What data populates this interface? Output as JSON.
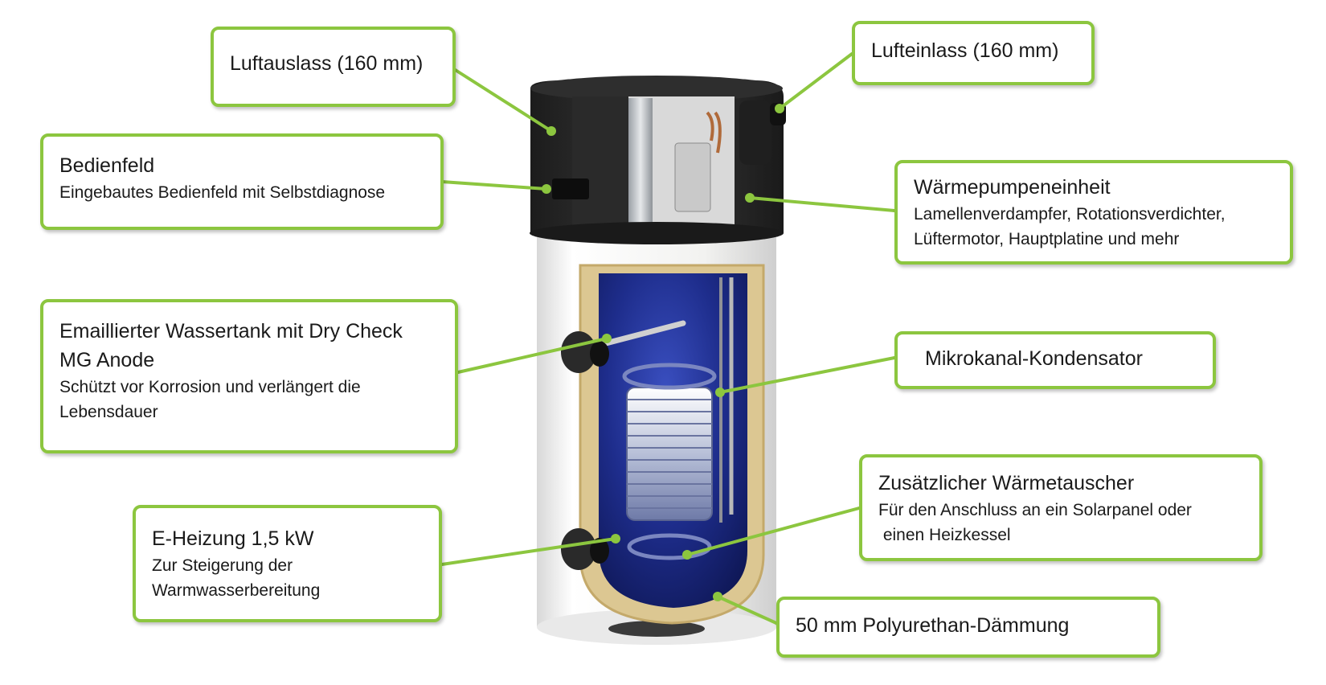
{
  "callouts": {
    "air_outlet": {
      "title": "Luftauslass (160 mm)"
    },
    "control_panel": {
      "title": "Bedienfeld",
      "desc": "Eingebautes Bedienfeld mit Selbstdiagnose"
    },
    "enamel_tank": {
      "title_line1": "Emaillierter Wassertank mit Dry Check",
      "title_line2": "MG Anode",
      "desc_line1": "Schützt vor Korrosion und verlängert die",
      "desc_line2": "Lebensdauer"
    },
    "e_heater": {
      "title": "E-Heizung 1,5 kW",
      "desc_line1": "Zur Steigerung der",
      "desc_line2": "Warmwasserbereitung"
    },
    "air_inlet": {
      "title": "Lufteinlass (160 mm)"
    },
    "heat_pump_unit": {
      "title": "Wärmepumpeneinheit",
      "desc_line1": "Lamellenverdampfer, Rotationsverdichter,",
      "desc_line2": "Lüftermotor, Hauptplatine und mehr"
    },
    "condenser": {
      "title": "Mikrokanal-Kondensator"
    },
    "extra_exchanger": {
      "title": "Zusätzlicher Wärmetauscher",
      "desc_line1": "Für den Anschluss an ein Solarpanel oder",
      "desc_line2": " einen Heizkessel"
    },
    "insulation": {
      "title": "50 mm Polyurethan-Dämmung"
    }
  },
  "colors": {
    "callout_border": "#8cc63f",
    "leader_line": "#8cc63f",
    "tank_shell": "#f4f4f2",
    "insulation": "#d9c38f",
    "tank_interior": "#1b2a7a",
    "top_unit": "#262626"
  }
}
